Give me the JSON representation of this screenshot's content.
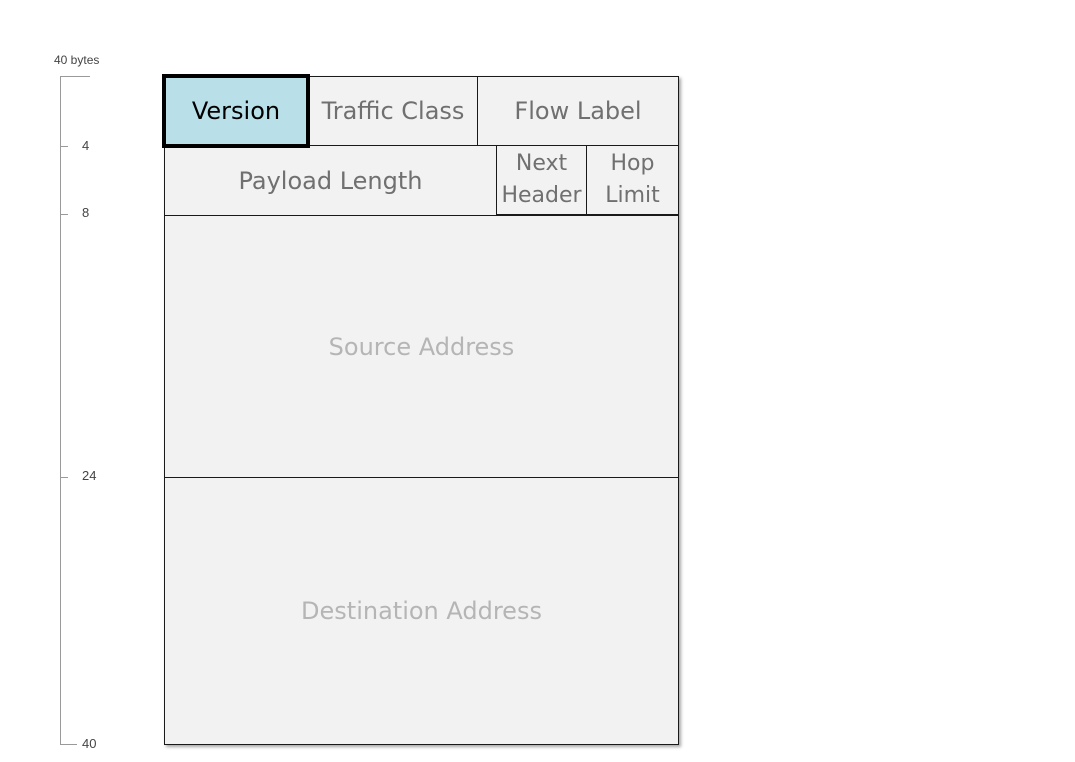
{
  "ruler": {
    "title": "40 bytes",
    "ticks": [
      "4",
      "8",
      "24",
      "40"
    ]
  },
  "fields": {
    "version": "Version",
    "traffic_class": "Traffic Class",
    "flow_label": "Flow Label",
    "payload_length": "Payload Length",
    "next_header_line1": "Next",
    "next_header_line2": "Header",
    "hop_limit_line1": "Hop",
    "hop_limit_line2": "Limit",
    "source_address": "Source Address",
    "destination_address": "Destination Address"
  },
  "colors": {
    "highlight_fill": "#b9dfe8",
    "field_fill": "#f2f2f2",
    "border": "#1a1a1a"
  },
  "highlighted_field": "version"
}
